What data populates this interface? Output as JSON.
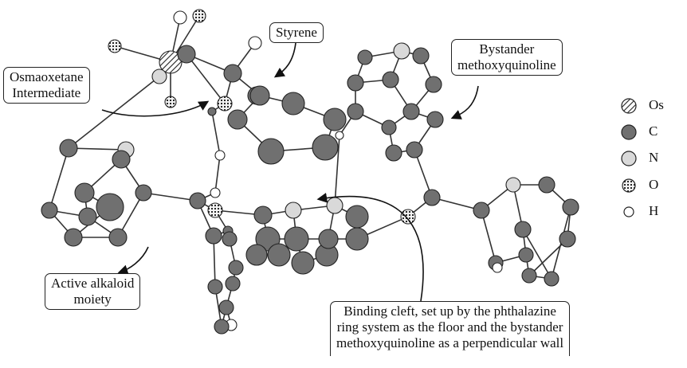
{
  "labels": {
    "styrene": "Styrene",
    "osmaoxetane": [
      "Osmaoxetane",
      "Intermediate"
    ],
    "bystander": [
      "Bystander",
      "methoxyquinoline"
    ],
    "active": [
      "Active alkaloid",
      "moiety"
    ],
    "cleft": [
      "Binding cleft, set up by the phthalazine",
      "ring system as the floor and the bystander",
      "methoxyquinoline as a perpendicular wall"
    ]
  },
  "legend": [
    {
      "symbol": "Os",
      "style": "hatched"
    },
    {
      "symbol": "C",
      "style": "dark"
    },
    {
      "symbol": "N",
      "style": "light"
    },
    {
      "symbol": "O",
      "style": "dotted"
    },
    {
      "symbol": "H",
      "style": "white"
    }
  ]
}
